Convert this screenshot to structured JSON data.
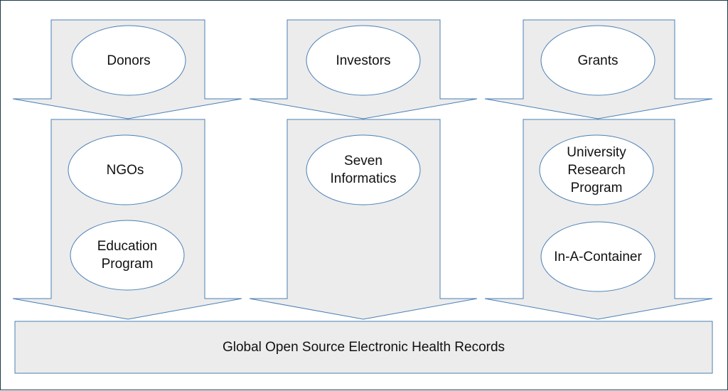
{
  "sources": [
    {
      "label": "Donors"
    },
    {
      "label": "Investors"
    },
    {
      "label": "Grants"
    }
  ],
  "channels": [
    {
      "items": [
        "NGOs",
        "Education\nProgram"
      ]
    },
    {
      "items": [
        "Seven\nInformatics"
      ]
    },
    {
      "items": [
        "University\nResearch\nProgram",
        "In-A-Container"
      ]
    }
  ],
  "target": {
    "label": "Global Open Source Electronic Health Records"
  },
  "colors": {
    "fill": "#ececec",
    "stroke": "#4a7fb5",
    "node_fill": "#ffffff"
  }
}
